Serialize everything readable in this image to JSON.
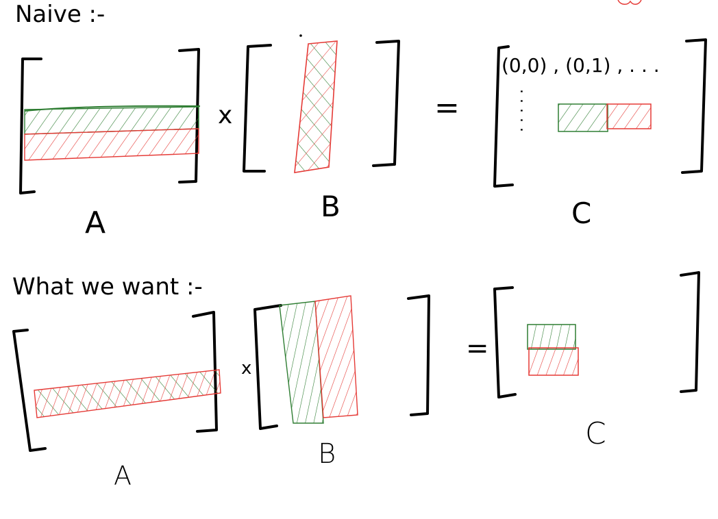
{
  "colors": {
    "ink": "#000000",
    "green": "#2e7d32",
    "red": "#e53935",
    "background": "#ffffff"
  },
  "naive": {
    "heading": "Naive :-",
    "times": "x",
    "equals": "=",
    "label_a": "A",
    "label_b": "B",
    "label_c": "C",
    "c_first_row": "(0,0) , (0,1) , . . .",
    "c_dots": ". . . . ."
  },
  "want": {
    "heading": "What we want :-",
    "times": "x",
    "equals": "=",
    "label_a": "A",
    "label_b": "B",
    "label_c": "C"
  }
}
